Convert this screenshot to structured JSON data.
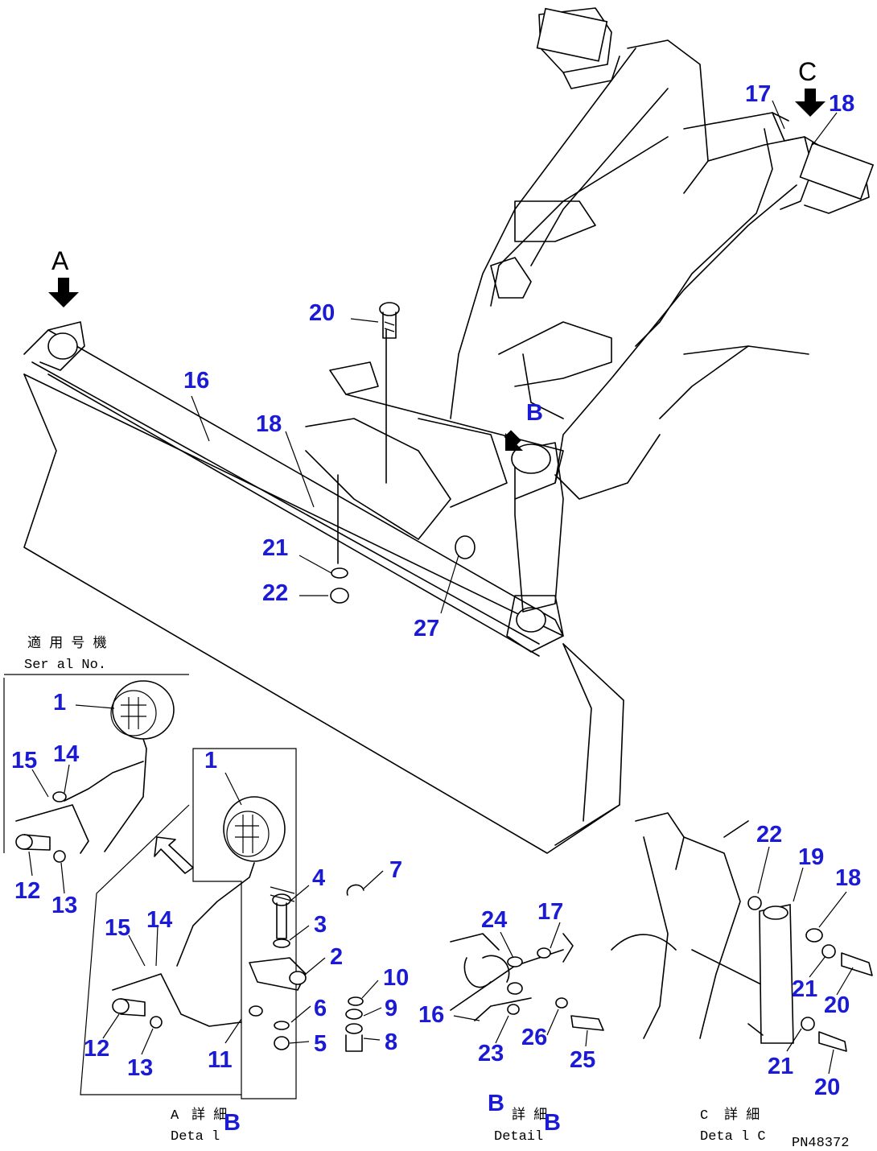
{
  "views": {
    "a_label": "A",
    "c_label": "C",
    "b_label": "B"
  },
  "callouts": {
    "main": {
      "c16": "16",
      "c17": "17",
      "c18a": "18",
      "c18b": "18",
      "c20": "20",
      "c21": "21",
      "c22": "22",
      "c27": "27"
    },
    "detail_a": {
      "c1a": "1",
      "c1b": "1",
      "c2": "2",
      "c3": "3",
      "c4": "4",
      "c5": "5",
      "c6": "6",
      "c7": "7",
      "c8": "8",
      "c9": "9",
      "c10": "10",
      "c11": "11",
      "c12a": "12",
      "c12b": "12",
      "c13a": "13",
      "c13b": "13",
      "c14a": "14",
      "c14b": "14",
      "c15a": "15",
      "c15b": "15"
    },
    "detail_b": {
      "c16": "16",
      "c17": "17",
      "c23": "23",
      "c24": "24",
      "c25": "25",
      "c26": "26"
    },
    "detail_c": {
      "c18": "18",
      "c19": "19",
      "c20a": "20",
      "c20b": "20",
      "c21a": "21",
      "c21b": "21",
      "c22": "22"
    }
  },
  "serial_box": {
    "title_jp": "適 用 号 機",
    "title_en": "Ser al No."
  },
  "detail_captions": {
    "a": {
      "letter": "A",
      "jp": "詳 細",
      "en": "Deta l",
      "b_overlay": "B"
    },
    "b": {
      "letter": "B",
      "jp": "詳 細",
      "en": "Detail",
      "b_overlay": "B"
    },
    "c": {
      "letter": "C",
      "jp": "詳 細",
      "en": "Deta l C"
    }
  },
  "figure_code": "PN48372"
}
